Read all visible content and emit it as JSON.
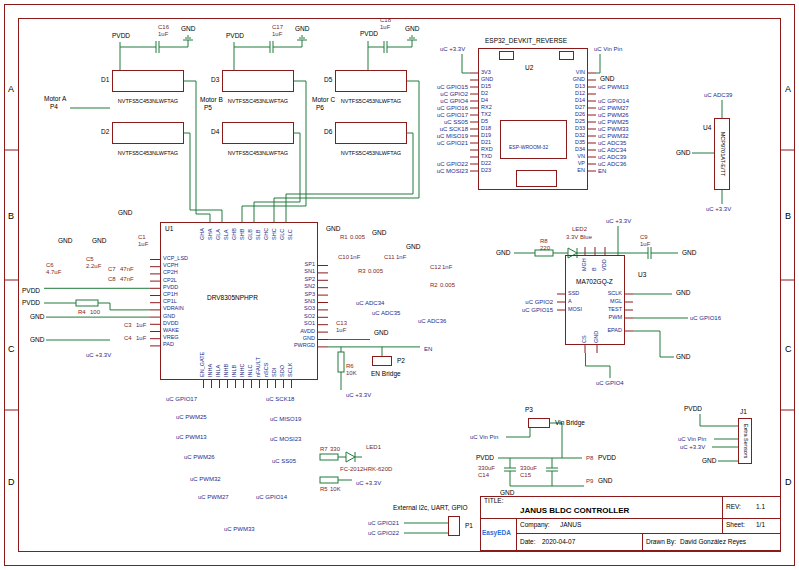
{
  "diagram": {
    "title": "JANUS BLDC CONTROLLER",
    "nodes": [
      {
        "text": [
          "D1",
          "NVTFS5C453NLWFTAG"
        ]
      },
      {
        "text": [
          "D3",
          "NVTFS5C453NLWFTAG"
        ]
      },
      {
        "text": [
          "D5",
          "NVTFS5C453NLWFTAG"
        ]
      },
      {
        "text": [
          "D2",
          "NVTFS5C453NLWFTAG"
        ]
      },
      {
        "text": [
          "D4",
          "NVTFS5C453NLWFTAG"
        ]
      },
      {
        "text": [
          "D6",
          "NVTFS5C453NLWFTAG"
        ]
      },
      {
        "text": [
          "U1",
          "DRV8305NPHPR"
        ]
      },
      {
        "text": [
          "U2",
          "ESP32_DEVKIT_REVERSE",
          "ESP-WROOM-32"
        ]
      },
      {
        "text": [
          "U3",
          "MA702GQ-Z"
        ]
      },
      {
        "text": [
          "U4",
          "MCP9701AT-E/TT"
        ]
      },
      {
        "text": [
          "J1",
          "Extra Sensors"
        ]
      },
      {
        "text": [
          "P1",
          "External I2c, UART, GPIO"
        ]
      },
      {
        "text": [
          "P2",
          "EN Bridge"
        ]
      },
      {
        "text": [
          "P3",
          "Vin Bridge"
        ]
      }
    ],
    "edges": [
      {
        "from": 0,
        "to": 6,
        "arrow": "none"
      },
      {
        "from": 3,
        "to": 6,
        "arrow": "none"
      },
      {
        "from": 1,
        "to": 6,
        "arrow": "none"
      },
      {
        "from": 4,
        "to": 6,
        "arrow": "none"
      },
      {
        "from": 2,
        "to": 6,
        "arrow": "none"
      },
      {
        "from": 5,
        "to": 6,
        "arrow": "none"
      }
    ],
    "labels": [
      "A",
      "B",
      "C",
      "D",
      "A",
      "B",
      "C",
      "D",
      "PVDD",
      "C16",
      "1uF",
      "GND",
      "PVDD",
      "C17",
      "1uF",
      "GND",
      "PVDD",
      "C18",
      "1uF",
      "GND",
      "Motor A",
      "P4",
      "Motor B",
      "P5",
      "Motor C",
      "P6",
      "VCP_LSD",
      "VCPH",
      "CP2H",
      "CP2L",
      "PVDD",
      "CP1H",
      "CP1L",
      "VDRAIN",
      "GND",
      "DVDD",
      "WAKE",
      "VREG",
      "PAD",
      "SP1",
      "SN1",
      "SP2",
      "SN2",
      "SP3",
      "SN3",
      "SO3",
      "SO2",
      "SO1",
      "AVDD",
      "GND",
      "PWRGD",
      "GHA",
      "SHA",
      "GLA",
      "SLA",
      "GHB",
      "SHB",
      "GLB",
      "SLB",
      "GHC",
      "SHC",
      "GLC",
      "SLC",
      "EN_GATE",
      "INHA",
      "INLA",
      "INHB",
      "INLB",
      "INHC",
      "INLC",
      "nFAULT",
      "nSCS",
      "SDI",
      "SDO",
      "SCLK",
      "GND",
      "C1",
      "1uF",
      "GND",
      "GND",
      "C6",
      "4.7uF",
      "C5",
      "2.2uF",
      "C7",
      "47nF",
      "C8",
      "47nF",
      "PVDD",
      "PVDD",
      "R4",
      "100",
      "GND",
      "GND",
      "C3",
      "1uF",
      "C4",
      "1uF",
      "uC +3.3V",
      "GND",
      "R1",
      "0.005",
      "GND",
      "C10",
      "1nF",
      "R3",
      "0.005",
      "C11",
      "1nF",
      "GND",
      "C12",
      "1nF",
      "R2",
      "0.005",
      "uC ADC34",
      "uC ADC35",
      "uC ADC36",
      "C13",
      "1uF",
      "GND",
      "R6",
      "10K",
      "uC +3.3V",
      "EN",
      "uC GPIO17",
      "uC SCK18",
      "uC PWM25",
      "uC MISO19",
      "uC PWM13",
      "uC MOSI23",
      "uC PWM26",
      "uC SS05",
      "uC PWM32",
      "uC PWM27",
      "uC GPIO14",
      "uC PWM33",
      "R7",
      "330",
      "LED1",
      "FC-2012HRK-620D",
      "R5",
      "10K",
      "uC +3.3V",
      "3V3",
      "GND",
      "D15",
      "D2",
      "D4",
      "RX2",
      "TX2",
      "D5",
      "D18",
      "D19",
      "D21",
      "RXD",
      "TXD",
      "D22",
      "D23",
      "VIN",
      "GND",
      "D13",
      "D12",
      "D14",
      "D27",
      "D26",
      "D25",
      "D33",
      "D32",
      "D35",
      "D34",
      "VN",
      "VP",
      "EN",
      "uC +3.3V",
      "uC GPIO15",
      "uC GPIO2",
      "uC GPIO4",
      "uC GPIO16",
      "uC GPIO17",
      "uC SS05",
      "uC SCK18",
      "uC MISO19",
      "uC GPIO21",
      "uC GPIO22",
      "uC MOSI23",
      "uC Vin Pin",
      "GND",
      "uC PWM13",
      "uC GPIO14",
      "uC PWM27",
      "uC PWM26",
      "uC PWM25",
      "uC PWM33",
      "uC PWM32",
      "uC ADC35",
      "uC ADC34",
      "uC ADC39",
      "uC ADC36",
      "EN",
      "uC ADC39",
      "GND",
      "uC +3.3V",
      "SSD",
      "A",
      "MOSI",
      "SCLK",
      "MGL",
      "TEST",
      "PWM",
      "EPAD",
      "MGH",
      "B",
      "VDD",
      "CS",
      "GND",
      "R8",
      "220",
      "LED2",
      "3.3V Blue",
      "uC +3.3V",
      "C9",
      "1uF",
      "GND",
      "GND",
      "uC GPIO2",
      "uC GPIO15",
      "GND",
      "uC GPIO16",
      "uC GPIO4",
      "GND",
      "PVDD",
      "uC Vin Pin",
      "uC +3.3V",
      "GND",
      "uC Vin Pin",
      "PVDD",
      "330uF",
      "C14",
      "330uF",
      "C15",
      "GND",
      "P8",
      "PVDD",
      "P9",
      "GND",
      "uC GPIO21",
      "uC GPIO22",
      "TITLE:",
      "REV:",
      "1.1",
      "Company:",
      "JANUS",
      "Sheet:",
      "1/1",
      "EasyEDA",
      "Date:",
      "2020-04-07",
      "Drawn By:",
      "David González Reyes"
    ]
  }
}
